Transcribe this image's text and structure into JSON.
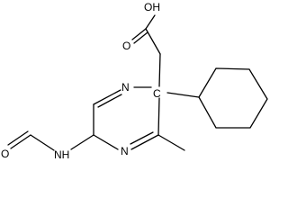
{
  "molecule": {
    "atoms": {
      "hydroxyl": "OH",
      "carbonyl_o": "O",
      "ring_n1": "N",
      "ring_c": "C",
      "ring_n2": "N",
      "amide_nh": "NH",
      "formyl_o": "O"
    }
  }
}
